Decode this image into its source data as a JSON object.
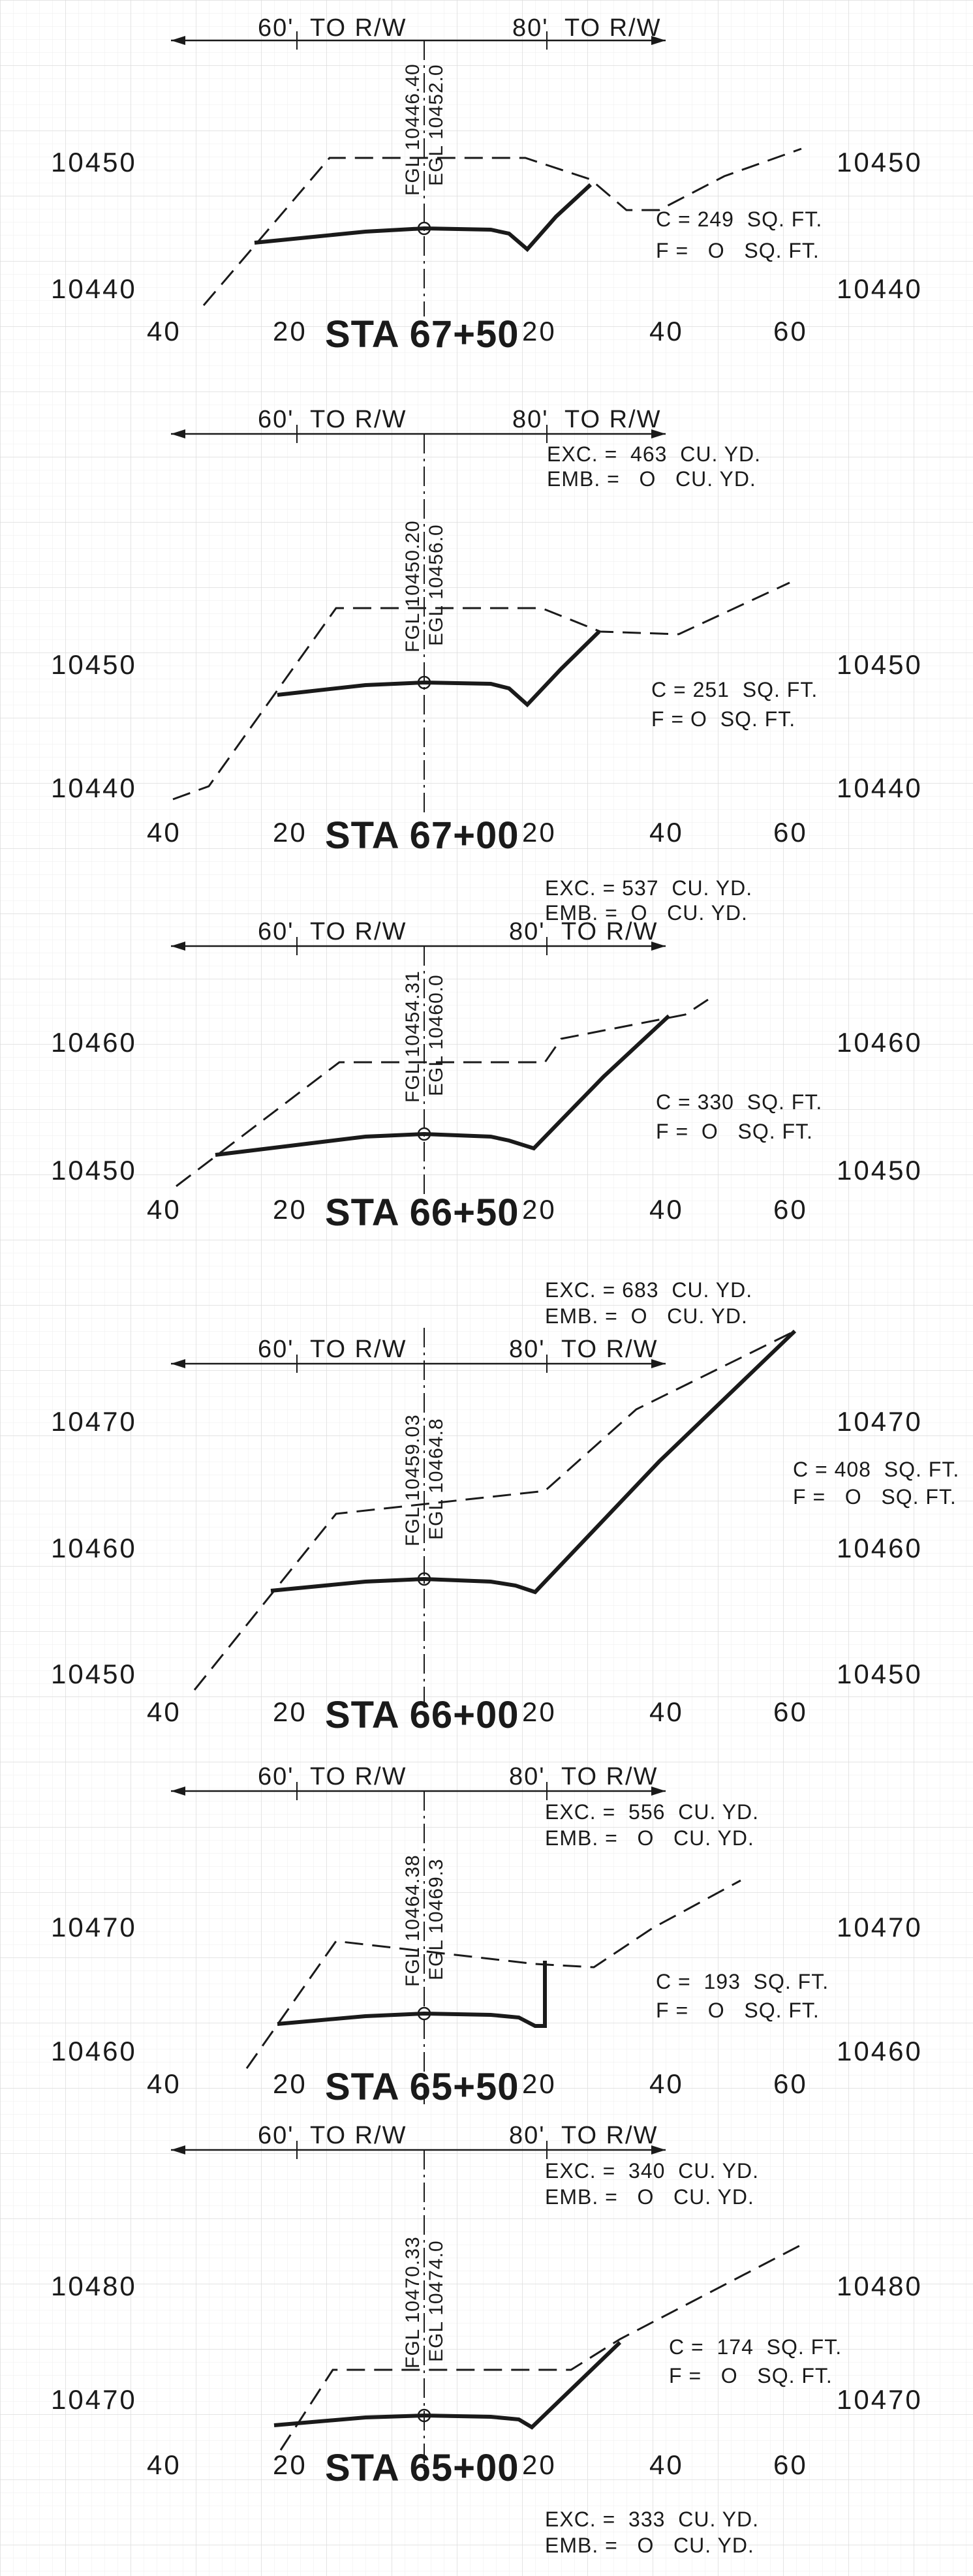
{
  "sections": [
    {
      "station": "STA 67+50",
      "row_left": "60'  TO R/W",
      "row_right": "80'  TO R/W",
      "fgl": "FGL 10446.40",
      "egl": "EGL 10452.0",
      "elev_upper": "10450",
      "elev_lower": "10440",
      "x_ticks": [
        "40",
        "20",
        "20",
        "40",
        "60"
      ],
      "cut_area": "C = 249  SQ. FT.",
      "fill_area": "F =   O   SQ. FT.",
      "exc": "",
      "emb": ""
    },
    {
      "station": "STA 67+00",
      "row_left": "60'  TO R/W",
      "row_right": "80'  TO R/W",
      "fgl": "FGL 10450.20",
      "egl": "EGL 10456.0",
      "elev_upper": "10450",
      "elev_lower": "10440",
      "x_ticks": [
        "40",
        "20",
        "20",
        "40",
        "60"
      ],
      "cut_area": "C = 251  SQ. FT.",
      "fill_area": "F = O  SQ. FT.",
      "exc": "EXC. =  463  CU. YD.",
      "emb": "EMB. =   O   CU. YD."
    },
    {
      "station": "STA 66+50",
      "row_left": "60'  TO R/W",
      "row_right": "80'  TO R/W",
      "fgl": "FGL 10454.31",
      "egl": "EGL 10460.0",
      "elev_upper": "10460",
      "elev_lower": "10450",
      "x_ticks": [
        "40",
        "20",
        "20",
        "40",
        "60"
      ],
      "cut_area": "C = 330  SQ. FT.",
      "fill_area": "F =  O   SQ. FT.",
      "exc": "EXC. = 537  CU. YD.",
      "emb": "EMB. =  O   CU. YD."
    },
    {
      "station": "STA 66+00",
      "row_left": "60'  TO R/W",
      "row_right": "80'  TO R/W",
      "fgl": "FGL 10459.03",
      "egl": "EGL 10464.8",
      "elev_upper": "10470",
      "elev_mid": "10460",
      "elev_lower": "10450",
      "x_ticks": [
        "40",
        "20",
        "20",
        "40",
        "60"
      ],
      "cut_area": "C = 408  SQ. FT.",
      "fill_area": "F =   O   SQ. FT.",
      "exc": "EXC. = 683  CU. YD.",
      "emb": "EMB. =  O   CU. YD."
    },
    {
      "station": "STA 65+50",
      "row_left": "60'  TO R/W",
      "row_right": "80'  TO R/W",
      "fgl": "FGL 10464.38",
      "egl": "EGL 10469.3",
      "elev_upper": "10470",
      "elev_lower": "10460",
      "x_ticks": [
        "40",
        "20",
        "20",
        "40",
        "60"
      ],
      "cut_area": "C =  193  SQ. FT.",
      "fill_area": "F =   O   SQ. FT.",
      "exc": "EXC. =  556  CU. YD.",
      "emb": "EMB. =   O   CU. YD."
    },
    {
      "station": "STA 65+00",
      "row_left": "60'  TO R/W",
      "row_right": "80'  TO R/W",
      "fgl": "FGL 10470.33",
      "egl": "EGL 10474.0",
      "elev_upper": "10480",
      "elev_lower": "10470",
      "x_ticks": [
        "40",
        "20",
        "20",
        "40",
        "60"
      ],
      "cut_area": "C =  174  SQ. FT.",
      "fill_area": "F =   O   SQ. FT.",
      "exc": "EXC. =  340  CU. YD.",
      "emb": "EMB. =   O   CU. YD."
    }
  ],
  "footer": {
    "exc": "EXC. =  333  CU. YD.",
    "emb": "EMB. =   O   CU. YD."
  },
  "colors": {
    "ink": "#1a1a1a",
    "grid": "#e4e4e4",
    "paper": "#ffffff"
  }
}
